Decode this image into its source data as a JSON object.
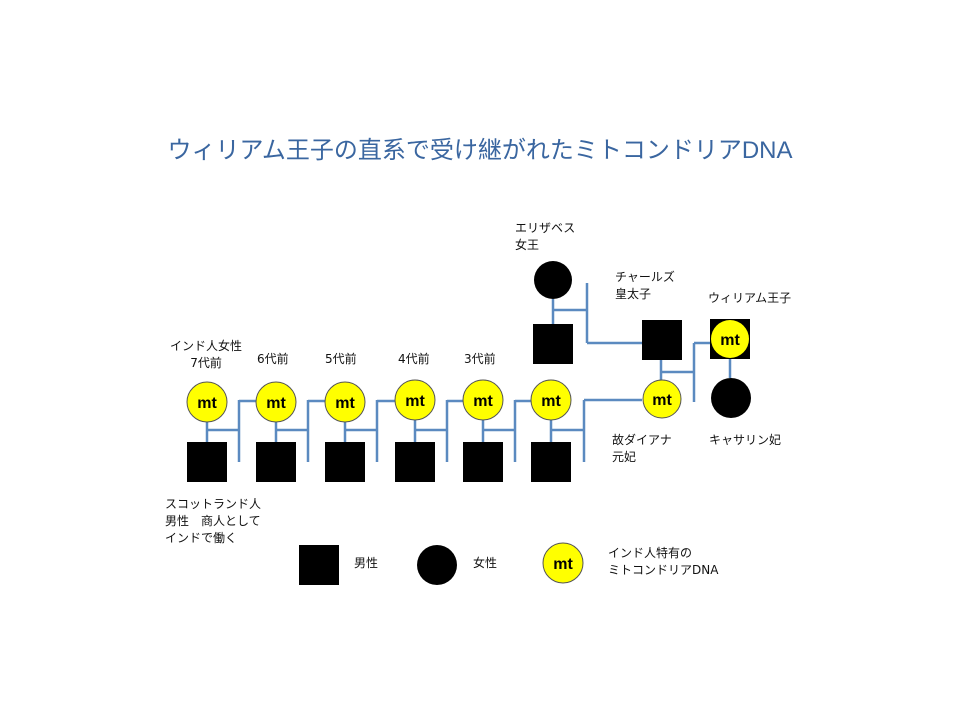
{
  "title": "ウィリアム王子の直系で受け継がれたミトコンドリアDNA",
  "mt_label": "mt",
  "generations": [
    {
      "label": "インド人女性\n7代前"
    },
    {
      "label": "6代前"
    },
    {
      "label": "5代前"
    },
    {
      "label": "4代前"
    },
    {
      "label": "3代前"
    }
  ],
  "people": {
    "elizabeth": "エリザベス\n女王",
    "charles": "チャールズ\n皇太子",
    "william": "ウィリアム王子",
    "diana": "故ダイアナ\n元妃",
    "catherine": "キャサリン妃",
    "scottish": "スコットランド人\n男性　商人として\nインドで働く"
  },
  "legend": {
    "male": "男性",
    "female": "女性",
    "mt": "インド人特有の\nミトコンドリアDNA"
  },
  "colors": {
    "title": "#3a66a0",
    "line": "#5b8ac0",
    "mt_fill": "#ffff00"
  }
}
